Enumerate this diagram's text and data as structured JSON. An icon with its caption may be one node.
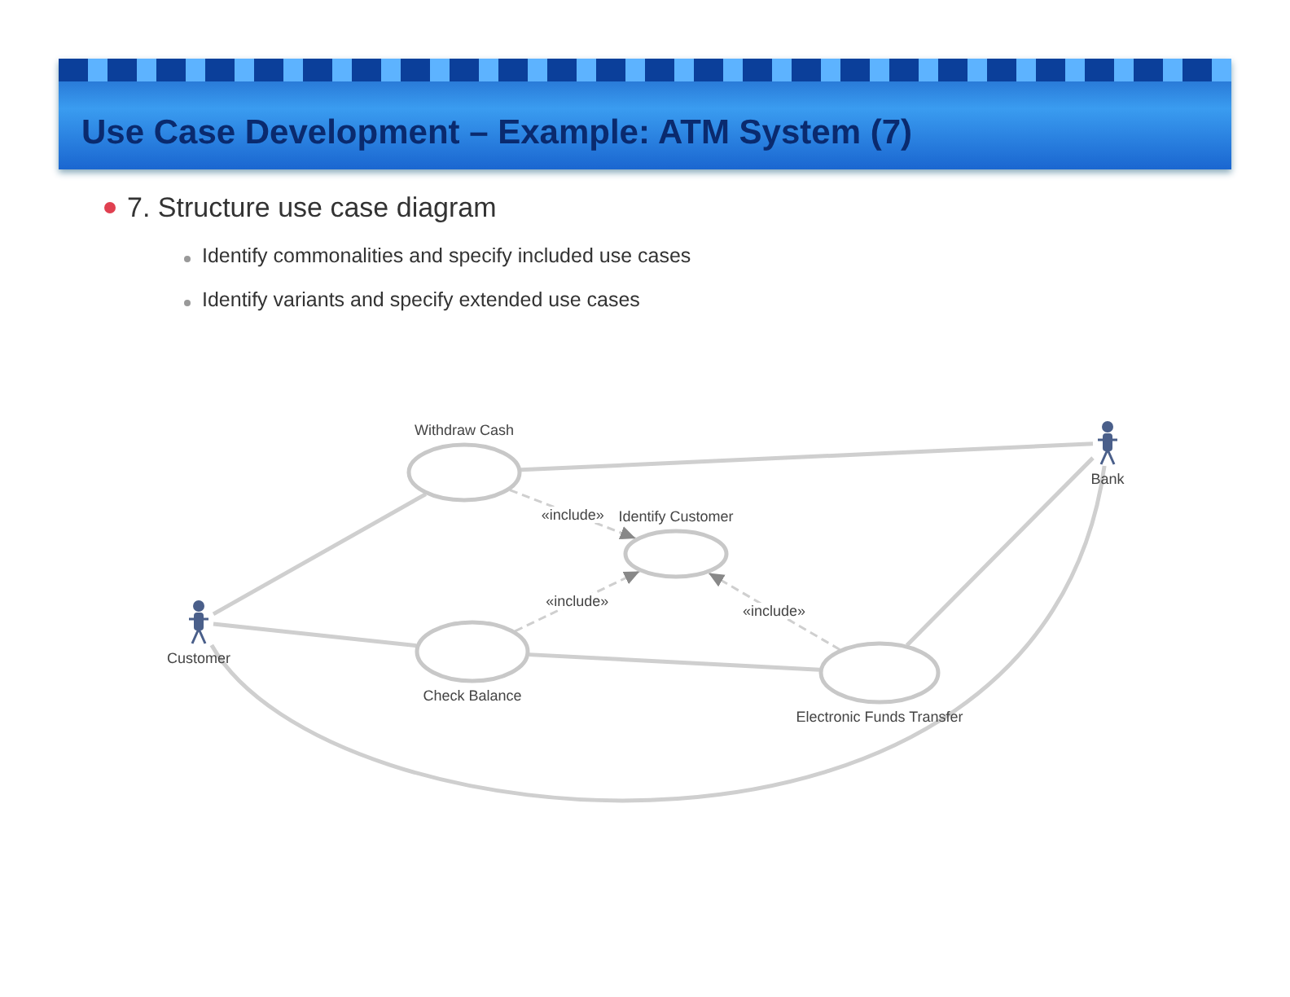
{
  "diagram": {
    "title": "Use Case Development – Example: ATM System (7)",
    "nodes": [
      {
        "text": [
          "Customer"
        ]
      },
      {
        "text": [
          "Withdraw Cash"
        ]
      },
      {
        "text": [
          "Identify Customer"
        ]
      },
      {
        "text": [
          "Check Balance"
        ]
      },
      {
        "text": [
          "Electronic Funds Transfer"
        ]
      },
      {
        "text": [
          "Bank"
        ]
      }
    ],
    "edges": [
      {
        "from": 0,
        "to": 1,
        "arrow": "none"
      },
      {
        "from": 0,
        "to": 3,
        "arrow": "none"
      },
      {
        "from": 3,
        "to": 4,
        "arrow": "none"
      },
      {
        "from": 0,
        "to": 5,
        "arrow": "none"
      },
      {
        "from": 1,
        "to": 5,
        "arrow": "none"
      },
      {
        "from": 4,
        "to": 5,
        "arrow": "none"
      },
      {
        "from": 1,
        "to": 2,
        "arrow": "to",
        "style": "dashed",
        "label": "«include»"
      },
      {
        "from": 3,
        "to": 2,
        "arrow": "to",
        "style": "dashed",
        "label": "«include»"
      },
      {
        "from": 4,
        "to": 2,
        "arrow": "to",
        "style": "dashed",
        "label": "«include»"
      }
    ],
    "labels": [
      "7. Structure use case diagram",
      "Identify commonalities and specify included use cases",
      "Identify variants and specify extended use cases"
    ]
  }
}
